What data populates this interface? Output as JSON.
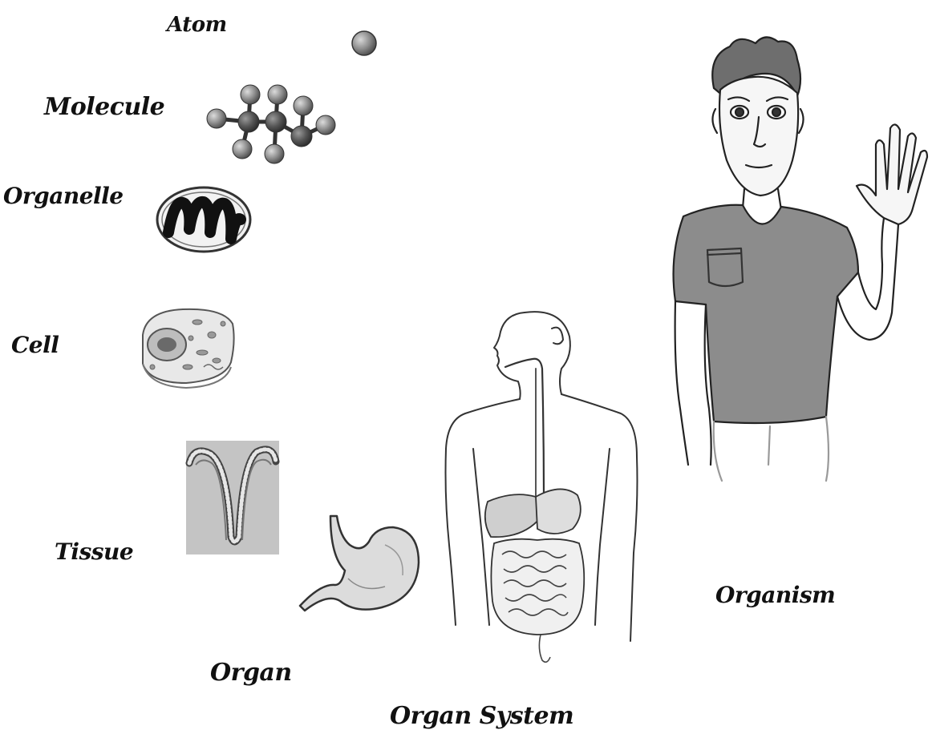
{
  "levels": {
    "atom": "Atom",
    "molecule": "Molecule",
    "organelle": "Organelle",
    "cell": "Cell",
    "tissue": "Tissue",
    "organ": "Organ",
    "organ_system": "Organ System",
    "organism": "Organism"
  },
  "colors": {
    "ink": "#111111",
    "sphere_fill": "#8e8e8e",
    "sphere_dark": "#555555",
    "tissue_bg": "#c4c4c4",
    "shirt": "#8c8c8c",
    "organ_fill": "#dcdcdc"
  },
  "icons": {
    "atom": "atom-icon",
    "molecule": "molecule-icon",
    "organelle": "mitochondrion-icon",
    "cell": "cell-icon",
    "tissue": "tissue-icon",
    "organ": "stomach-icon",
    "organ_system": "digestive-system-icon",
    "organism": "human-figure-icon"
  }
}
